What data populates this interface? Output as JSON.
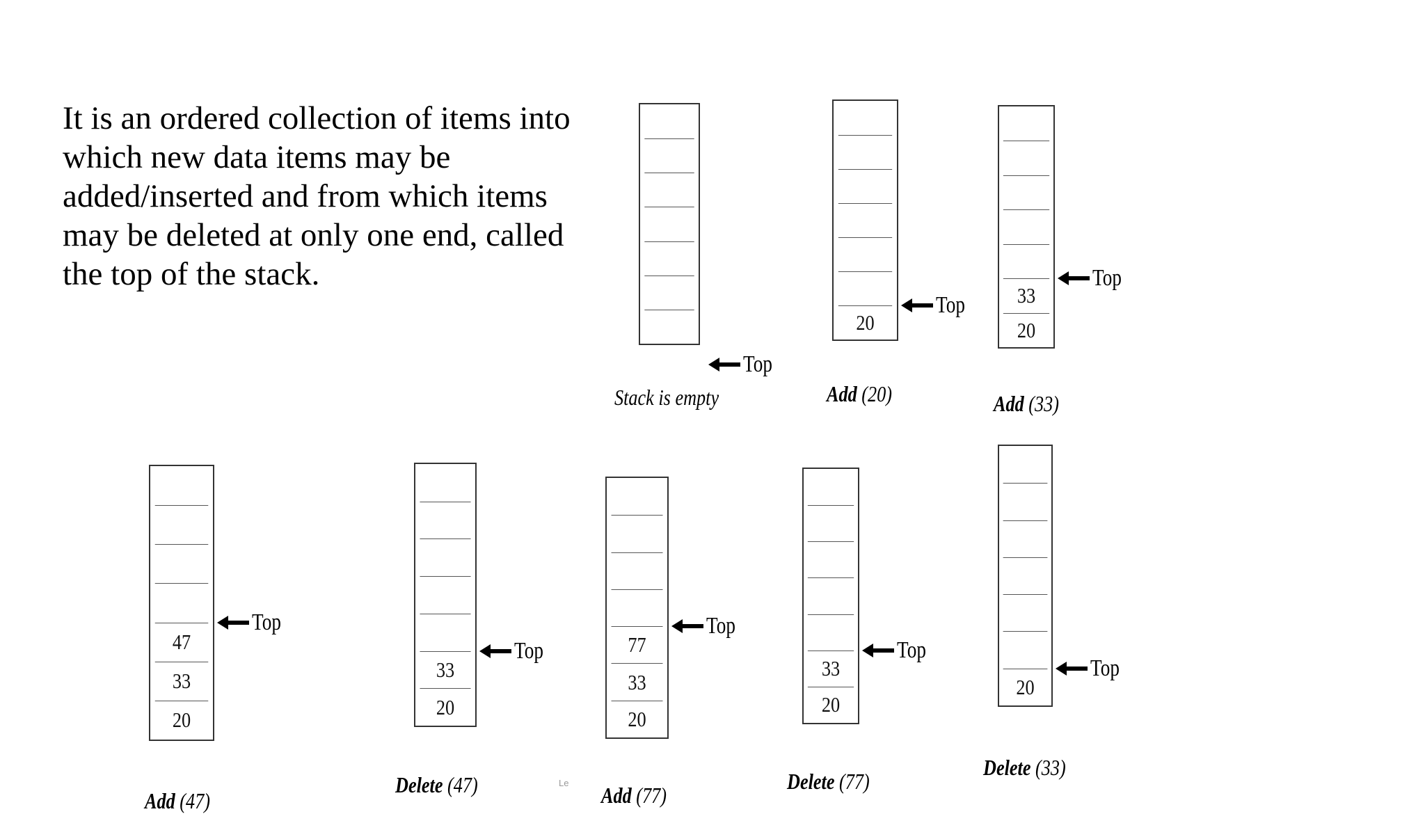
{
  "intro_text": "It is an ordered collection of items into which new data items may be added/inserted and from which items may be deleted at only one end, called the top of the stack.",
  "top_label": "Top",
  "footer_mark": "Le",
  "stacks": [
    {
      "id": "empty",
      "caption_op": "Stack is empty",
      "caption_arg": "",
      "values": [],
      "top_index": -1
    },
    {
      "id": "add20",
      "caption_op": "Add",
      "caption_arg": "(20)",
      "values": [
        "20"
      ],
      "top_index": 0
    },
    {
      "id": "add33",
      "caption_op": "Add",
      "caption_arg": "(33)",
      "values": [
        "20",
        "33"
      ],
      "top_index": 1
    },
    {
      "id": "add47",
      "caption_op": "Add",
      "caption_arg": "(47)",
      "values": [
        "20",
        "33",
        "47"
      ],
      "top_index": 2
    },
    {
      "id": "delete47",
      "caption_op": "Delete",
      "caption_arg": "(47)",
      "values": [
        "20",
        "33"
      ],
      "top_index": 1
    },
    {
      "id": "add77",
      "caption_op": "Add",
      "caption_arg": "(77)",
      "values": [
        "20",
        "33",
        "77"
      ],
      "top_index": 2
    },
    {
      "id": "delete77",
      "caption_op": "Delete",
      "caption_arg": "(77)",
      "values": [
        "20",
        "33"
      ],
      "top_index": 1
    },
    {
      "id": "delete33",
      "caption_op": "Delete",
      "caption_arg": "(33)",
      "values": [
        "20"
      ],
      "top_index": 0
    }
  ]
}
